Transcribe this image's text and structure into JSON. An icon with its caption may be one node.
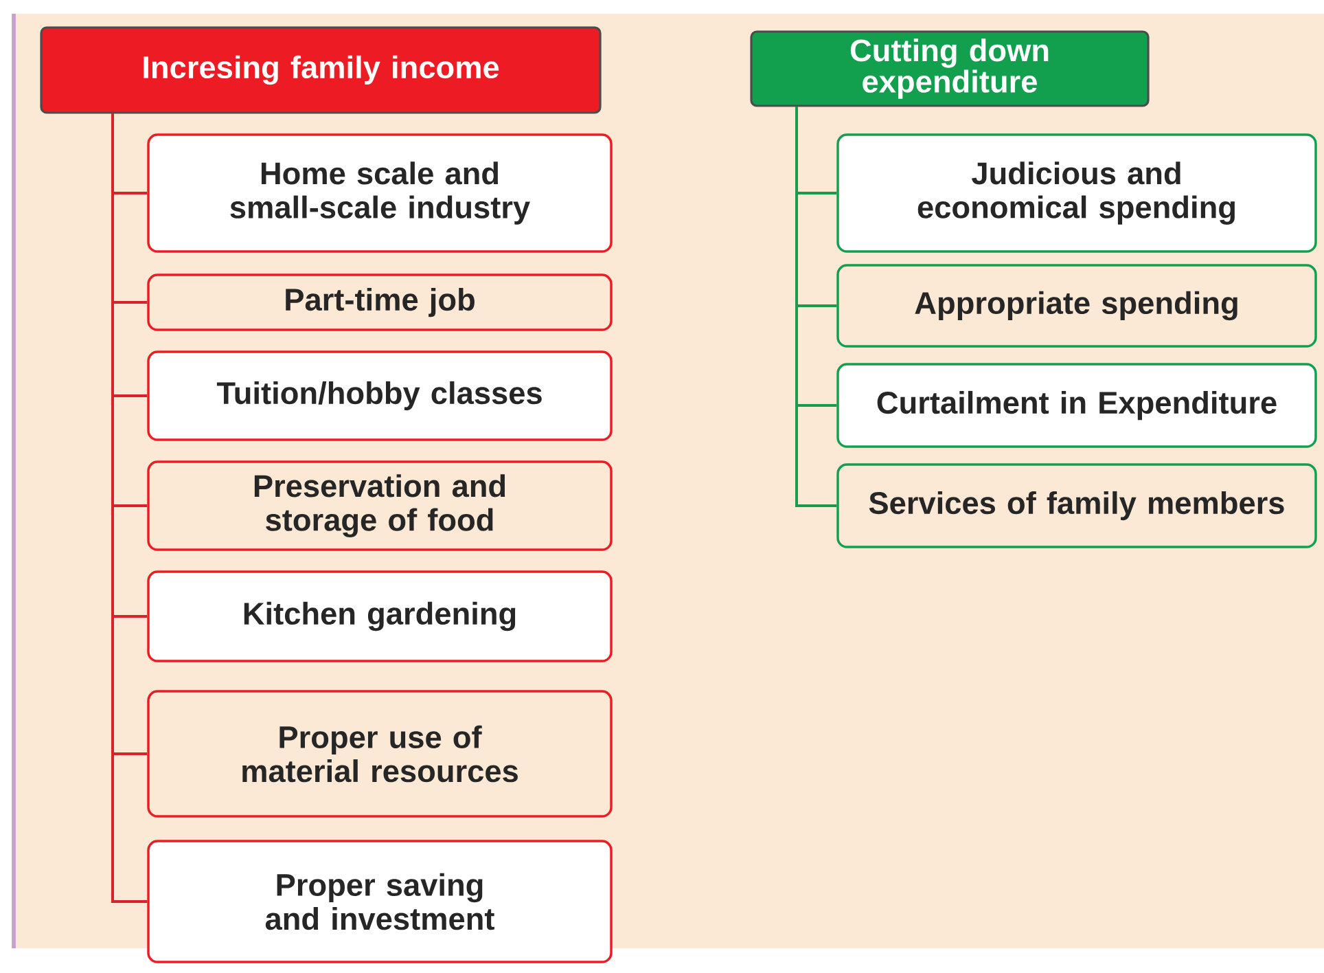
{
  "diagram": {
    "nodes": [
      {
        "text": [
          "Incresing family income"
        ]
      },
      {
        "text": [
          "Home scale and small-scale industry"
        ]
      },
      {
        "text": [
          "Part-time job"
        ]
      },
      {
        "text": [
          "Tuition/hobby classes"
        ]
      },
      {
        "text": [
          "Preservation and storage of food"
        ]
      },
      {
        "text": [
          "Kitchen gardening"
        ]
      },
      {
        "text": [
          "Proper use of material resources"
        ]
      },
      {
        "text": [
          "Proper saving and investment"
        ]
      },
      {
        "text": [
          "Cutting down expenditure"
        ]
      },
      {
        "text": [
          "Judicious and economical spending"
        ]
      },
      {
        "text": [
          "Appropriate spending"
        ]
      },
      {
        "text": [
          "Curtailment in Expenditure"
        ]
      },
      {
        "text": [
          "Services of family members"
        ]
      }
    ],
    "edges": [
      {
        "from": 0,
        "to": 1,
        "arrow": "none"
      },
      {
        "from": 0,
        "to": 2,
        "arrow": "none"
      },
      {
        "from": 0,
        "to": 3,
        "arrow": "none"
      },
      {
        "from": 0,
        "to": 4,
        "arrow": "none"
      },
      {
        "from": 0,
        "to": 5,
        "arrow": "none"
      },
      {
        "from": 0,
        "to": 6,
        "arrow": "none"
      },
      {
        "from": 0,
        "to": 7,
        "arrow": "none"
      },
      {
        "from": 8,
        "to": 9,
        "arrow": "none",
        "color": "#1a9b4b"
      },
      {
        "from": 8,
        "to": 10,
        "arrow": "none",
        "color": "#1a9b4b"
      },
      {
        "from": 8,
        "to": 11,
        "arrow": "none",
        "color": "#1a9b4b"
      },
      {
        "from": 8,
        "to": 12,
        "arrow": "none",
        "color": "#1a9b4b"
      }
    ]
  }
}
